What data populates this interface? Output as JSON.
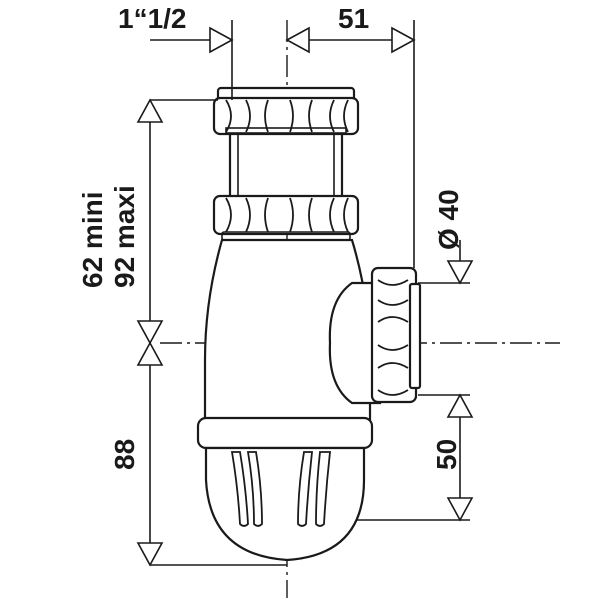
{
  "drawing": {
    "dimensions": {
      "thread": "1“1/2",
      "outlet_offset": "51",
      "outlet_diameter": "Ø 40",
      "height_line1": "62 mini",
      "height_line2": "92 maxi",
      "lower_height": "88",
      "outlet_height": "50"
    }
  }
}
